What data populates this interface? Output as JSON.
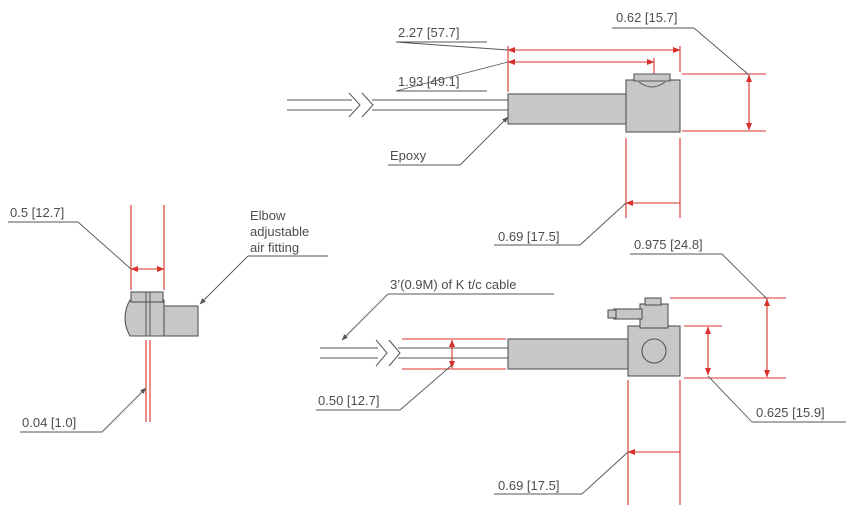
{
  "top_view": {
    "dim_overall": "2.27 [57.7]",
    "dim_tube": "1.93 [49.1]",
    "dim_height": "0.62 [15.7]",
    "dim_head": "0.69 [17.5]",
    "epoxy": "Epoxy"
  },
  "side_view": {
    "dim_width": "0.5 [12.7]",
    "dim_slot": "0.04 [1.0]",
    "elbow_line1": "Elbow",
    "elbow_line2": "adjustable",
    "elbow_line3": "air fitting"
  },
  "bottom_view": {
    "cable": "3’(0.9M) of K t/c cable",
    "dim_tube_dia": "0.50 [12.7]",
    "dim_total_height": "0.975 [24.8]",
    "dim_body_height": "0.625 [15.9]",
    "dim_head": "0.69 [17.5]"
  },
  "colors": {
    "dimension": "#d9302b",
    "part_fill": "#c7c7c7",
    "outline": "#555555",
    "text": "#4d4d4d"
  }
}
